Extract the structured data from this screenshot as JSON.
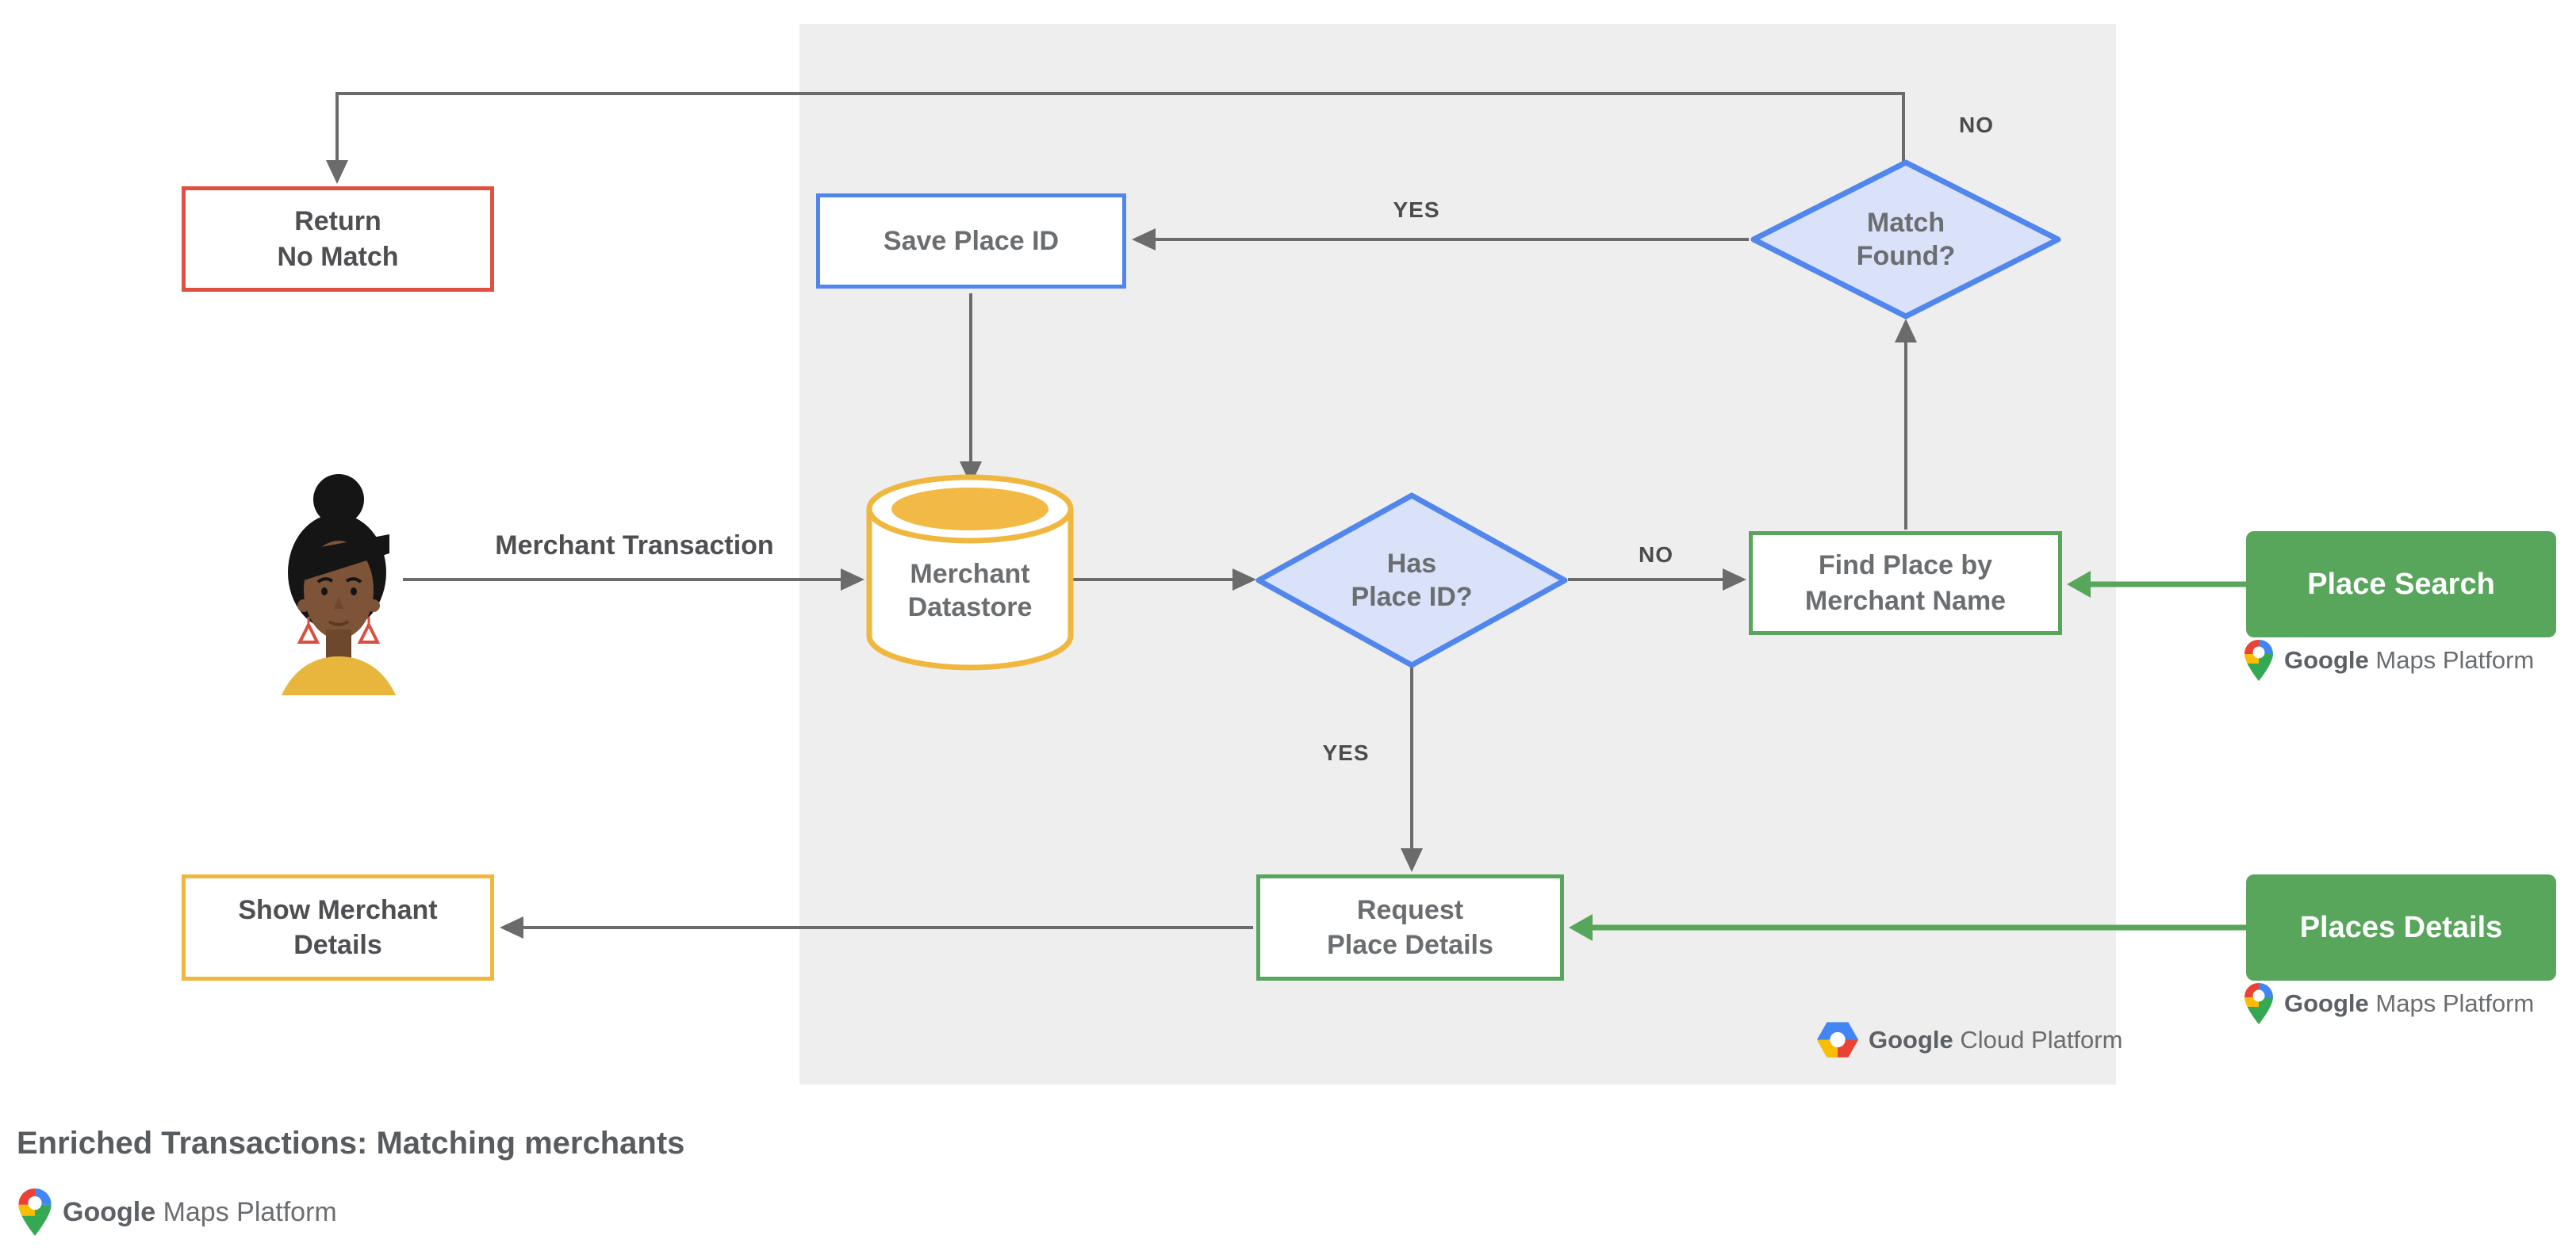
{
  "title": "Enriched Transactions: Matching merchants",
  "nodes": {
    "return_no_match": {
      "label": "Return\nNo Match"
    },
    "save_place_id": {
      "label": "Save Place ID"
    },
    "match_found": {
      "label": "Match\nFound?"
    },
    "merchant_datastore": {
      "label": "Merchant\nDatastore"
    },
    "has_place_id": {
      "label": "Has\nPlace ID?"
    },
    "find_place": {
      "label": "Find Place by\nMerchant Name"
    },
    "request_place_details": {
      "label": "Request\nPlace Details"
    },
    "show_merchant_details": {
      "label": "Show Merchant\nDetails"
    },
    "place_search": {
      "label": "Place Search"
    },
    "places_details": {
      "label": "Places Details"
    }
  },
  "edge_labels": {
    "merchant_transaction": "Merchant Transaction",
    "match_found_yes": "YES",
    "match_found_no": "NO",
    "has_place_id_yes": "YES",
    "has_place_id_no": "NO"
  },
  "logos": {
    "gmp_google": "Google",
    "gmp_rest": "Maps Platform",
    "gcp_google": "Google",
    "gcp_rest": "Cloud Platform"
  },
  "colors": {
    "red": "#e0503f",
    "blue": "#4e86ec",
    "blue_fill": "#d9e2f8",
    "yellow": "#f0b73f",
    "green": "#58a55c",
    "panel_gray": "#eeeeee",
    "line_gray": "#6b6b6b"
  }
}
